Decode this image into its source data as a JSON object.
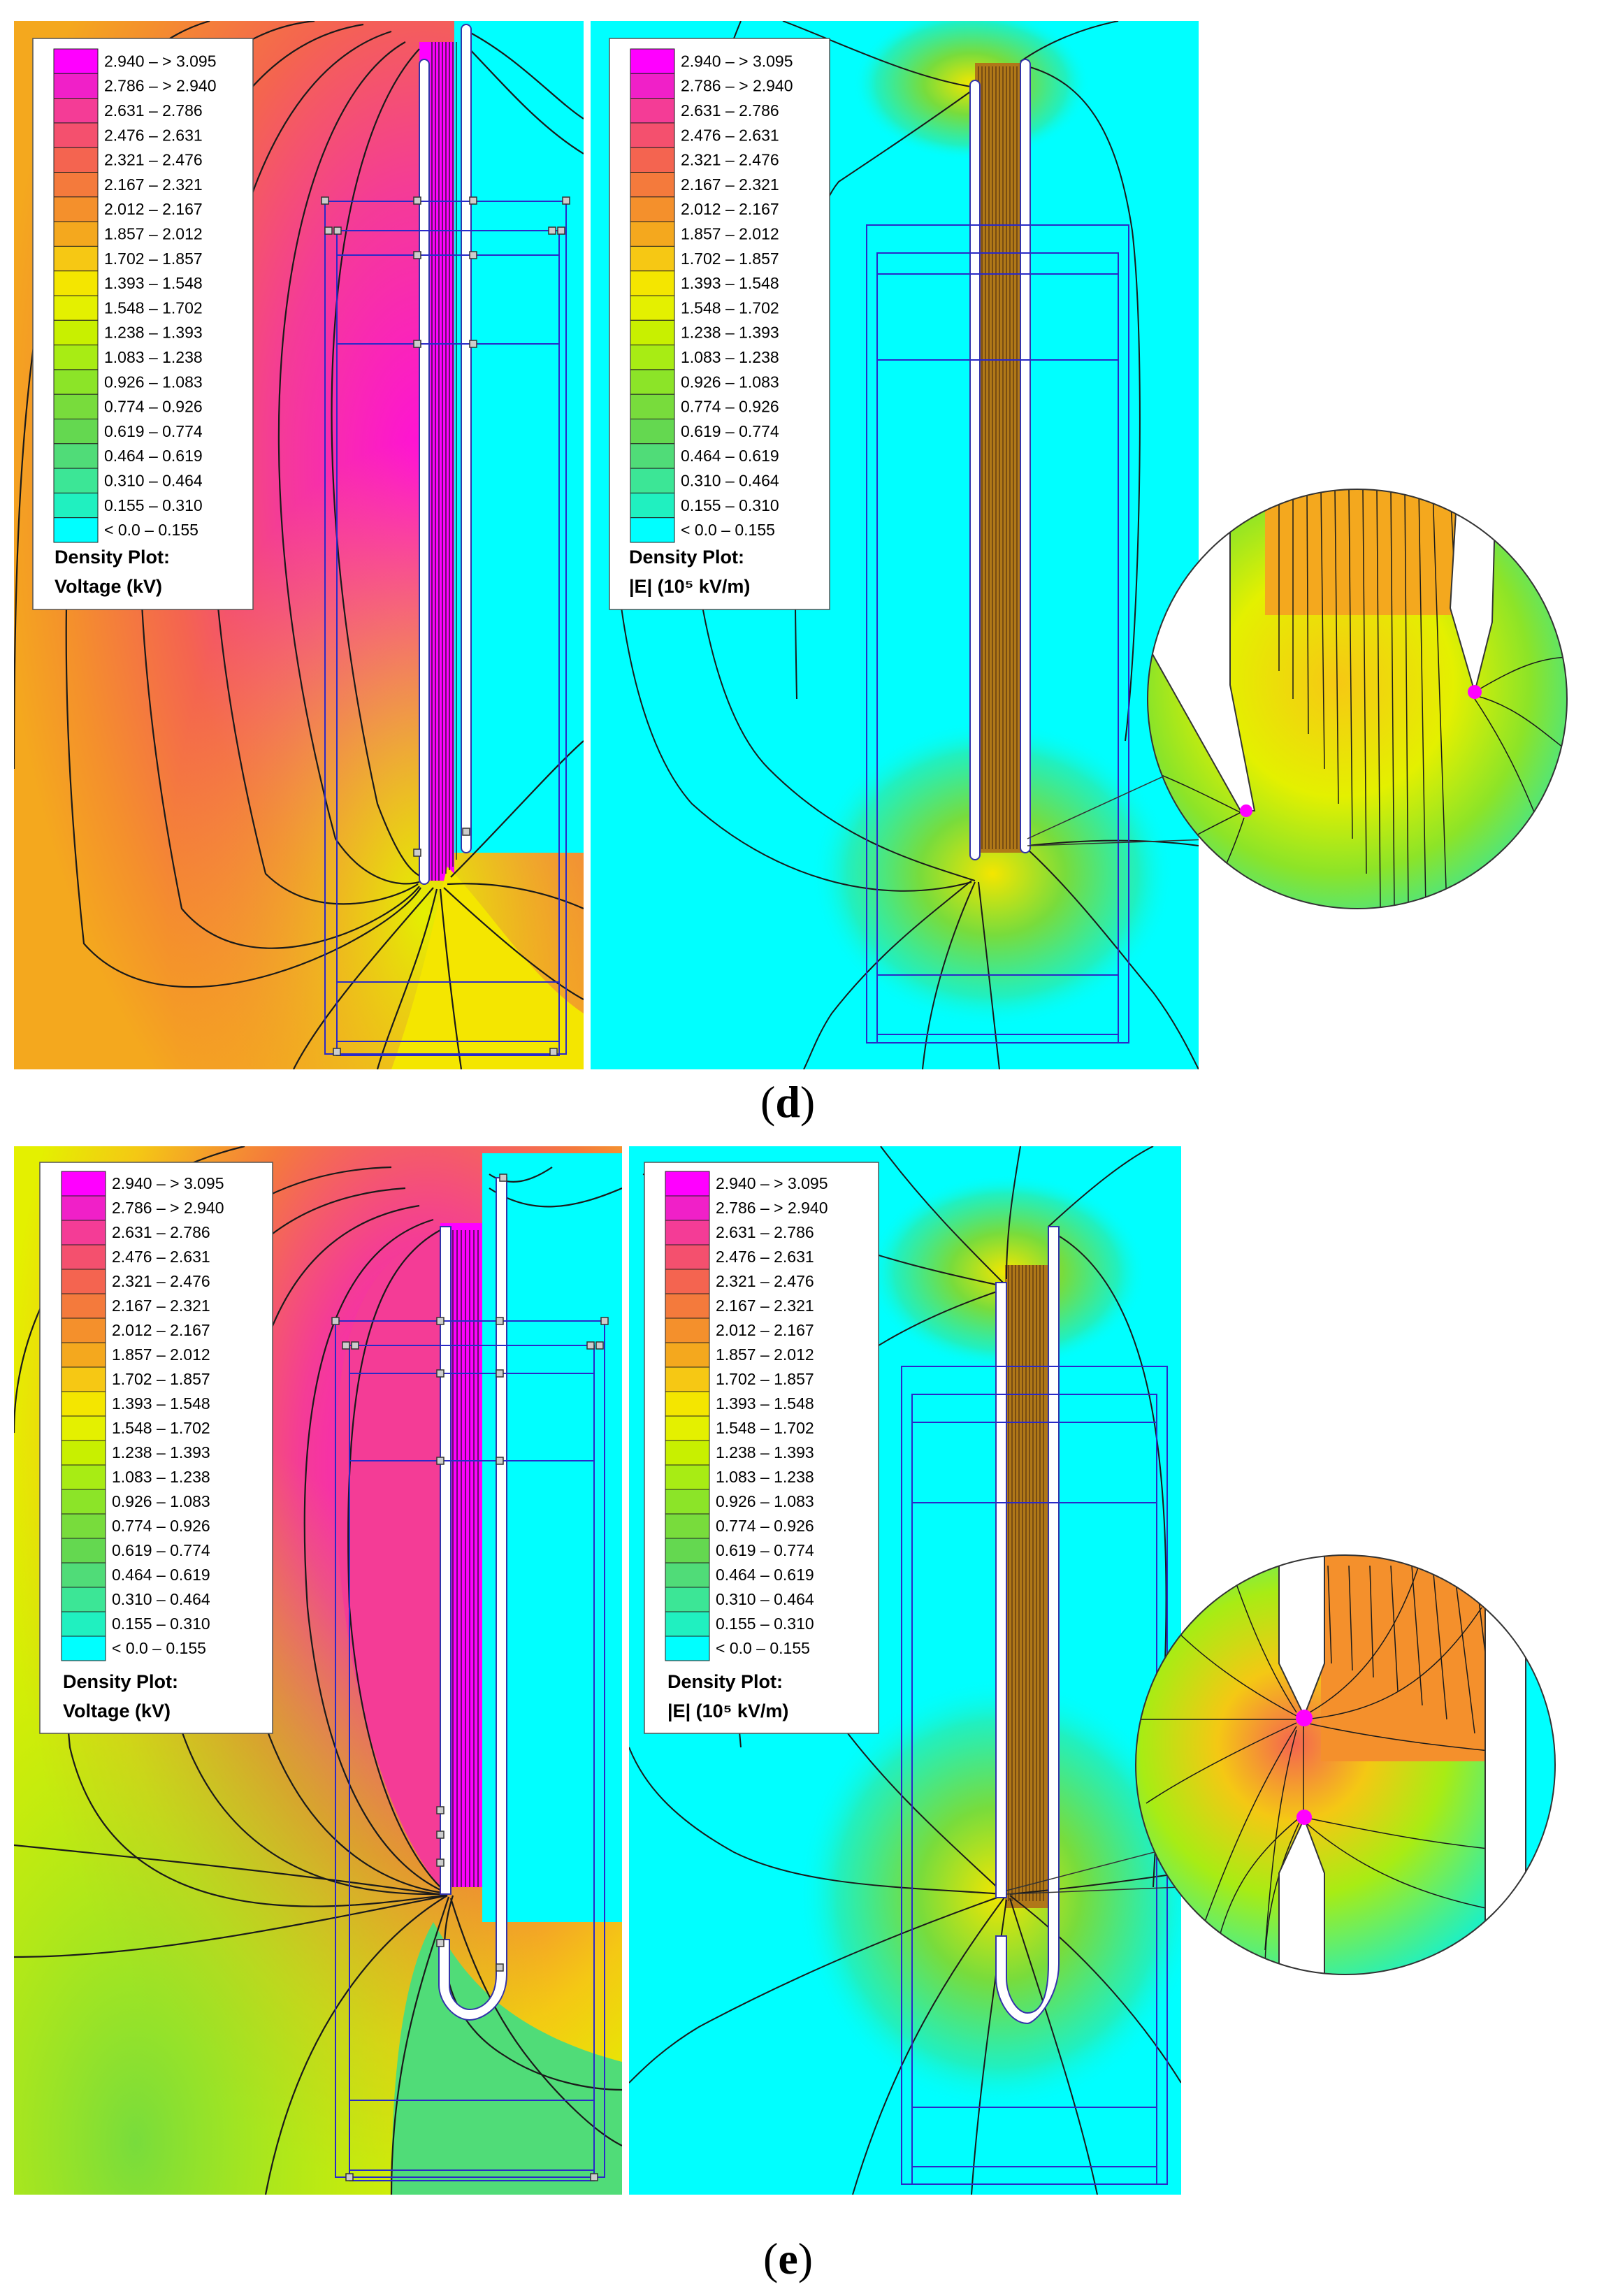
{
  "figure": {
    "panels": [
      {
        "id": "d",
        "caption": "d",
        "voltage_plot": {
          "legend_title_line1": "Density Plot:",
          "legend_title_line2": "Voltage (kV)"
        },
        "field_plot": {
          "legend_title_line1": "Density Plot:",
          "legend_title_line2": "|E| (10⁵ kV/m)",
          "has_zoom_inset": true
        }
      },
      {
        "id": "e",
        "caption": "e",
        "voltage_plot": {
          "legend_title_line1": "Density Plot:",
          "legend_title_line2": "Voltage (kV)"
        },
        "field_plot": {
          "legend_title_line1": "Density Plot:",
          "legend_title_line2": "|E| (10⁵ kV/m)",
          "has_zoom_inset": true
        }
      }
    ],
    "legend_entries": [
      {
        "label": "2.940  – > 3.095",
        "color": "#ff00ff"
      },
      {
        "label": "2.786  – > 2.940",
        "color": "#f020c8"
      },
      {
        "label": "2.631  – 2.786",
        "color": "#f43c96"
      },
      {
        "label": "2.476  – 2.631",
        "color": "#f4506e"
      },
      {
        "label": "2.321  – 2.476",
        "color": "#f46450"
      },
      {
        "label": "2.167  – 2.321",
        "color": "#f47a3c"
      },
      {
        "label": "2.012  – 2.167",
        "color": "#f4902c"
      },
      {
        "label": "1.857  – 2.012",
        "color": "#f4a81e"
      },
      {
        "label": "1.702  – 1.857",
        "color": "#f6c814"
      },
      {
        "label": "1.393  – 1.548",
        "color": "#f4e600"
      },
      {
        "label": "1.548  – 1.702",
        "color": "#e4f000"
      },
      {
        "label": "1.238  – 1.393",
        "color": "#c8f000"
      },
      {
        "label": "1.083  – 1.238",
        "color": "#a8ec14"
      },
      {
        "label": "0.926  – 1.083",
        "color": "#8ce428"
      },
      {
        "label": "0.774  – 0.926",
        "color": "#78dc3c"
      },
      {
        "label": "0.619  – 0.774",
        "color": "#64d850"
      },
      {
        "label": "0.464  – 0.619",
        "color": "#50dc78"
      },
      {
        "label": "0.310  – 0.464",
        "color": "#3ce696"
      },
      {
        "label": "0.155  – 0.310",
        "color": "#20f0c0"
      },
      {
        "label": "< 0.0  – 0.155",
        "color": "#00ffff"
      }
    ]
  }
}
